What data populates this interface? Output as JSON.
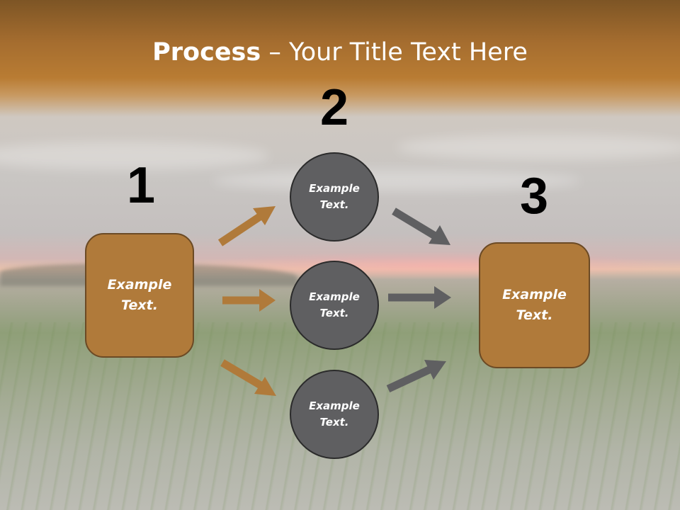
{
  "title": {
    "bold": "Process",
    "rest": " – Your Title Text Here"
  },
  "steps": {
    "one": "1",
    "two": "2",
    "three": "3"
  },
  "left_box": {
    "text": "Example Text."
  },
  "circles": [
    {
      "text": "Example Text."
    },
    {
      "text": "Example Text."
    },
    {
      "text": "Example Text."
    }
  ],
  "right_box": {
    "text": "Example Text."
  },
  "colors": {
    "box_fill": "#b07a3a",
    "box_border": "#6b4a25",
    "circle_fill": "#5f5f61",
    "arrow_left": "#b07a3a",
    "arrow_right": "#5f5f61"
  }
}
